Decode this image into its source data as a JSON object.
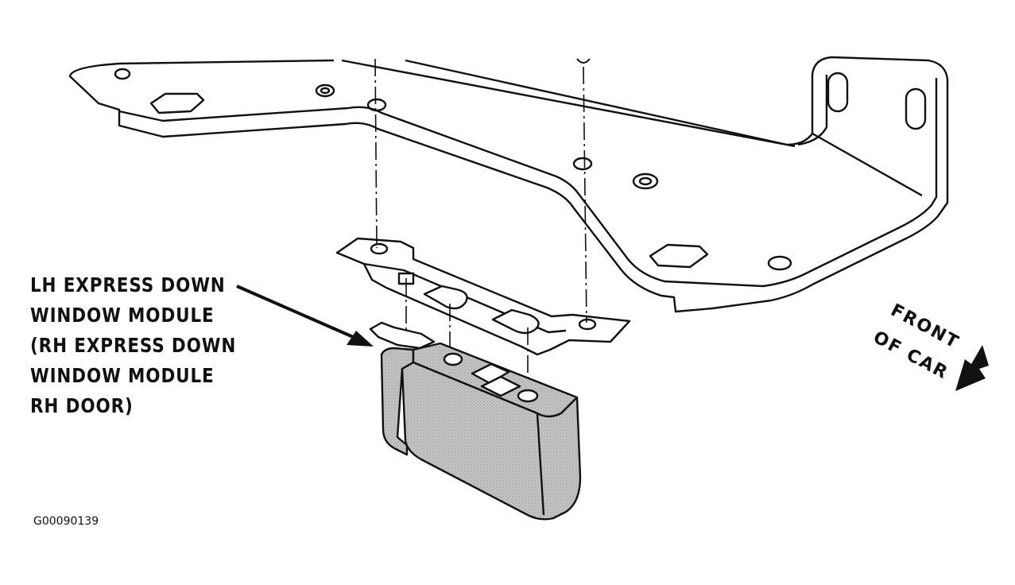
{
  "callout": {
    "line1": "LH EXPRESS DOWN",
    "line2": "WINDOW MODULE",
    "line3": "(RH EXPRESS DOWN",
    "line4": "WINDOW MODULE",
    "line5": "RH DOOR)"
  },
  "direction": {
    "line1": "FRONT",
    "line2": "OF CAR"
  },
  "figure_code": "G00090139",
  "colors": {
    "line": "#111111",
    "module_fill": "#bdbdbd",
    "background": "#ffffff"
  }
}
